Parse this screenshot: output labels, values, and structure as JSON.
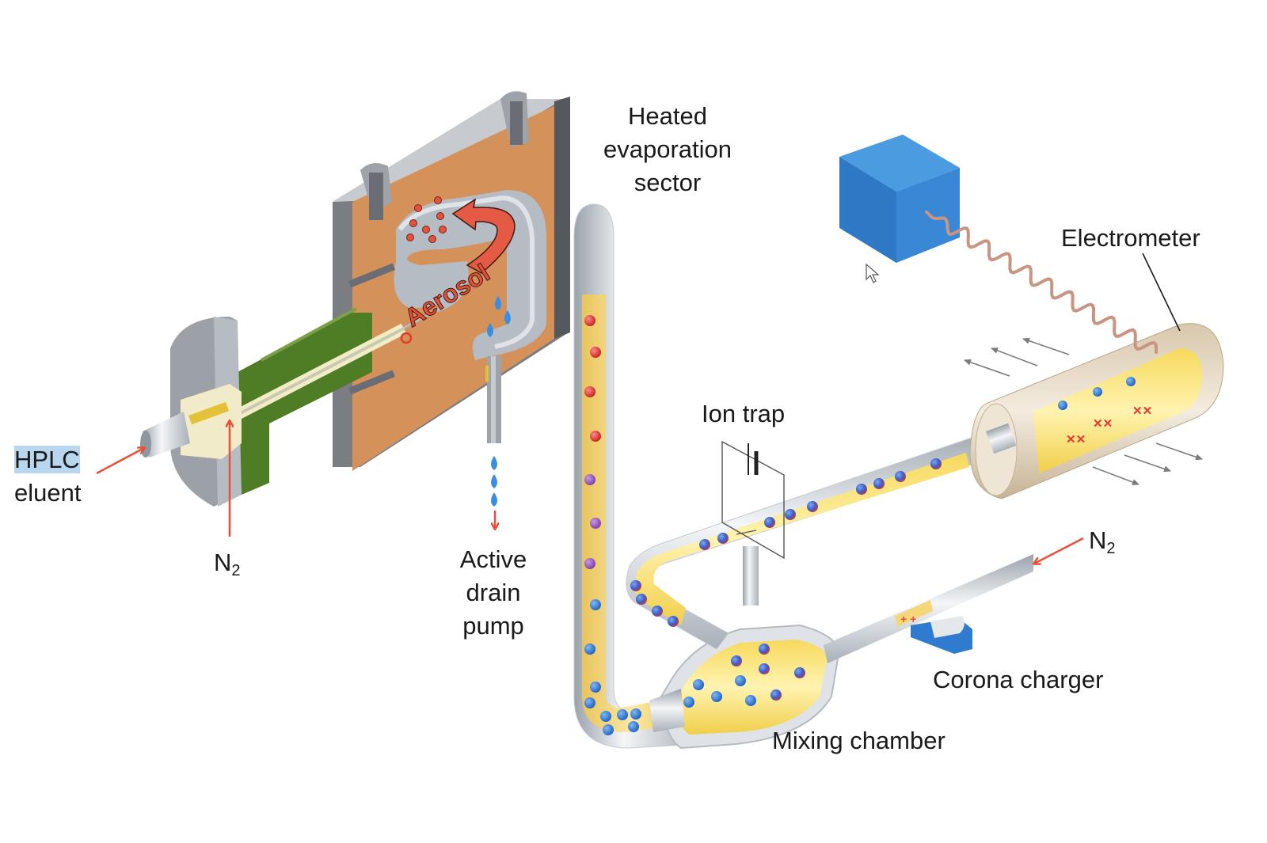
{
  "diagram": {
    "title": "Charged aerosol detector (CAD) schematic",
    "labels": {
      "hplc_line1": "HPLC",
      "hplc_line2": "eluent",
      "n2_inlet_main": "N",
      "n2_inlet_main_sub": "2",
      "aerosol": "Aerosol",
      "heated_line1": "Heated",
      "heated_line2": "evaporation",
      "heated_line3": "sector",
      "drain_line1": "Active",
      "drain_line2": "drain",
      "drain_line3": "pump",
      "ion_trap": "Ion trap",
      "electrometer": "Electrometer",
      "n2_corona": "N",
      "n2_corona_sub": "2",
      "corona_charger": "Corona charger",
      "mixing_chamber": "Mixing chamber"
    },
    "colors": {
      "arrow_red": "#e8503a",
      "housing_copper": "#d4915a",
      "nebulizer_green": "#4e7d25",
      "tube_fill_yellow": "#f3d77a",
      "tube_metal": "#c9ced4",
      "particle_red": "#d62b2b",
      "particle_purple": "#8b4fb0",
      "particle_blue": "#2a6fd0",
      "droplet_blue": "#3a8ee0",
      "electrometer_box": "#3585d2",
      "wire_copper": "#c99583",
      "collector_tan": "#e3d6bf"
    },
    "icons": {
      "cursor": "mouse-pointer-icon",
      "battery": "battery-icon"
    }
  }
}
